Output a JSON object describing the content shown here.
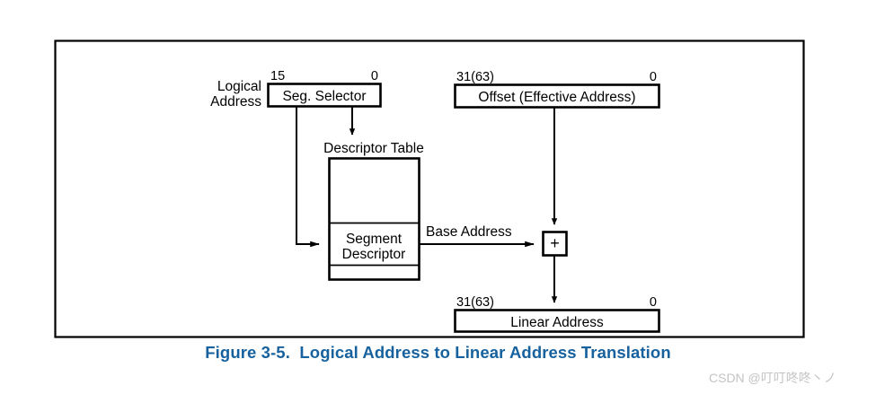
{
  "figure": {
    "caption": "Figure 3-5.  Logical Address to Linear Address Translation",
    "caption_color": "#17629e",
    "border_color": "#000000",
    "background": "#ffffff"
  },
  "labels": {
    "logical_line1": "Logical",
    "logical_line2": "Address",
    "descriptor_table": "Descriptor Table",
    "base_address": "Base Address"
  },
  "boxes": {
    "seg_selector": {
      "text": "Seg. Selector",
      "bit_high": "15",
      "bit_low": "0"
    },
    "offset": {
      "text": "Offset (Effective Address)",
      "bit_high": "31(63)",
      "bit_low": "0"
    },
    "segment_descriptor": {
      "line1": "Segment",
      "line2": "Descriptor"
    },
    "adder": {
      "symbol": "+"
    },
    "linear_address": {
      "text": "Linear Address",
      "bit_high": "31(63)",
      "bit_low": "0"
    }
  },
  "watermark": {
    "text": "CSDN @叮叮咚咚丶ノ",
    "color": "#c3c3c3"
  }
}
